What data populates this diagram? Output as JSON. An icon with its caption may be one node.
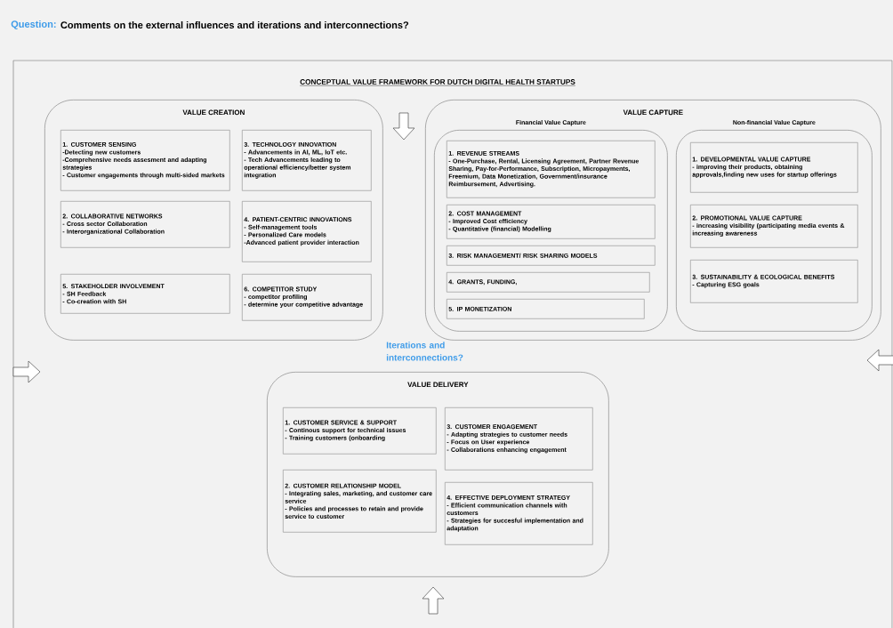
{
  "diagram": {
    "title": "CONCEPTUAL VALUE FRAMEWORK FOR DUTCH DIGITAL HEALTH STARTUPS",
    "nodes": [
      {
        "text": [
          "VALUE CREATION"
        ]
      },
      {
        "text": [
          "1. CUSTOMER SENSING",
          "-Detecting new customers",
          "-Comprehensive needs assesment and adapting strategies",
          "- Customer engagements through multi-sided markets"
        ],
        "in": 0
      },
      {
        "text": [
          "3. TECHNOLOGY INNOVATION",
          "- Advancements in AI, ML, IoT etc.",
          "- Tech Advancements leading to operational efficiency/better system integration"
        ],
        "in": 0
      },
      {
        "text": [
          "2. COLLABORATIVE NETWORKS",
          "- Cross sector Collaboration",
          "- Interorganizational Collaboration"
        ],
        "in": 0
      },
      {
        "text": [
          "4. PATIENT-CENTRIC INNOVATIONS",
          "- Self-management tools",
          "- Personalized Care models",
          "-Advanced patient provider interaction"
        ],
        "in": 0
      },
      {
        "text": [
          "5. STAKEHOLDER INVOLVEMENT",
          "- SH Feedback",
          "- Co-creation with SH"
        ],
        "in": 0
      },
      {
        "text": [
          "6. COMPETITOR STUDY",
          "- competitor profiling",
          "- determine your competitive advantage"
        ],
        "in": 0
      },
      {
        "text": [
          "VALUE CAPTURE"
        ]
      },
      {
        "text": [
          "Financial Value Capture"
        ],
        "in": 7
      },
      {
        "text": [
          "1. REVENUE STREAMS",
          "- One-Purchase, Rental, Licensing Agreement, Partner Revenue Sharing, Pay-for-Performance, Subscription, Micropayments, Freemium, Data Monetization, Government/insurance Reimbursement, Advertising."
        ],
        "in": 8
      },
      {
        "text": [
          "2. COST MANAGEMENT",
          "- Improved Cost efficiency",
          "- Quantitative (financial) Modelling"
        ],
        "in": 8
      },
      {
        "text": [
          "3. RISK MANAGEMENT/ RISK SHARING MODELS"
        ],
        "in": 8
      },
      {
        "text": [
          "4. GRANTS, FUNDING,"
        ],
        "in": 8
      },
      {
        "text": [
          "5. IP MONETIZATION"
        ],
        "in": 8
      },
      {
        "text": [
          "Non-financial Value Capture"
        ],
        "in": 7
      },
      {
        "text": [
          "1. DEVELOPMENTAL VALUE CAPTURE",
          "- improving their products, obtaining approvals,finding new uses for startup offerings"
        ],
        "in": 14
      },
      {
        "text": [
          "2. PROMOTIONAL VALUE CAPTURE",
          "- increasing visibility (participating media events & increasing awareness"
        ],
        "in": 14
      },
      {
        "text": [
          "3. SUSTAINABILITY & ECOLOGICAL BENEFITS",
          "- Capturing ESG goals"
        ],
        "in": 14
      },
      {
        "text": [
          "VALUE DELIVERY"
        ]
      },
      {
        "text": [
          "1. CUSTOMER SERVICE & SUPPORT",
          "- Continous support for technical issues",
          "- Training customers (onboarding"
        ],
        "in": 18
      },
      {
        "text": [
          "3. CUSTOMER ENGAGEMENT",
          "- Adapting strategies to customer needs",
          "- Focus on User experience",
          "- Collaborations enhancing engagement"
        ],
        "in": 18
      },
      {
        "text": [
          "2. CUSTOMER RELATIONSHIP MODEL",
          "- Integrating sales, marketing, and customer care service",
          "- Policies and processes to retain and provide service to customer"
        ],
        "in": 18
      },
      {
        "text": [
          "4. EFFECTIVE DEPLOYMENT STRATEGY",
          "- Efficient communication channels with customers",
          "- Strategies for succesful implementation and adaptation"
        ],
        "in": 18
      }
    ],
    "labels": [
      "Question:",
      "Comments on the external influences and iterations and interconnections?",
      "Iterations and interconnections?"
    ]
  }
}
